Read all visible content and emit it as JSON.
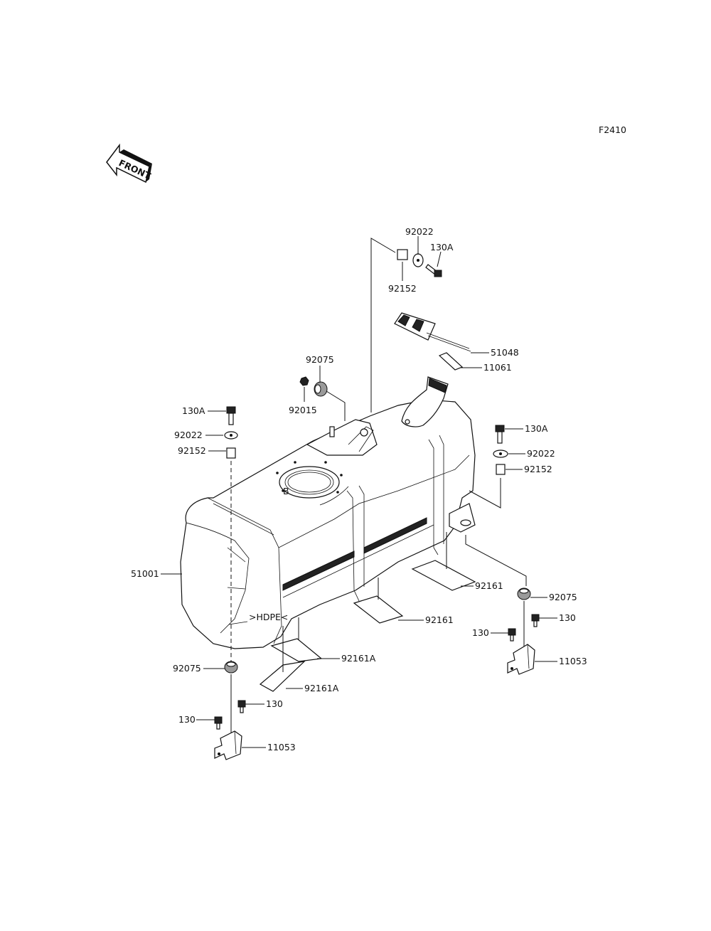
{
  "figure_code": "F2410",
  "front_text": "FRONT",
  "labels": {
    "p92022_top": "92022",
    "p130A_top": "130A",
    "p92152_top": "92152",
    "p51048": "51048",
    "p11061": "11061",
    "p92075_top": "92075",
    "p92015": "92015",
    "p130A_left": "130A",
    "p92022_left": "92022",
    "p92152_left": "92152",
    "p130A_right": "130A",
    "p92022_right": "92022",
    "p92152_right": "92152",
    "p51001": "51001",
    "p92161_right": "92161",
    "p92075_right": "92075",
    "p130_right_a": "130",
    "p130_right_b": "130",
    "p11053_right": "11053",
    "p92161_mid": "92161",
    "p92161A_a": "92161A",
    "p92161A_b": "92161A",
    "p92075_left": "92075",
    "p130_left_a": "130",
    "p130_left_b": "130",
    "p11053_left": "11053",
    "tank_mark": ">HDPE<",
    "flange_mark": "B"
  }
}
